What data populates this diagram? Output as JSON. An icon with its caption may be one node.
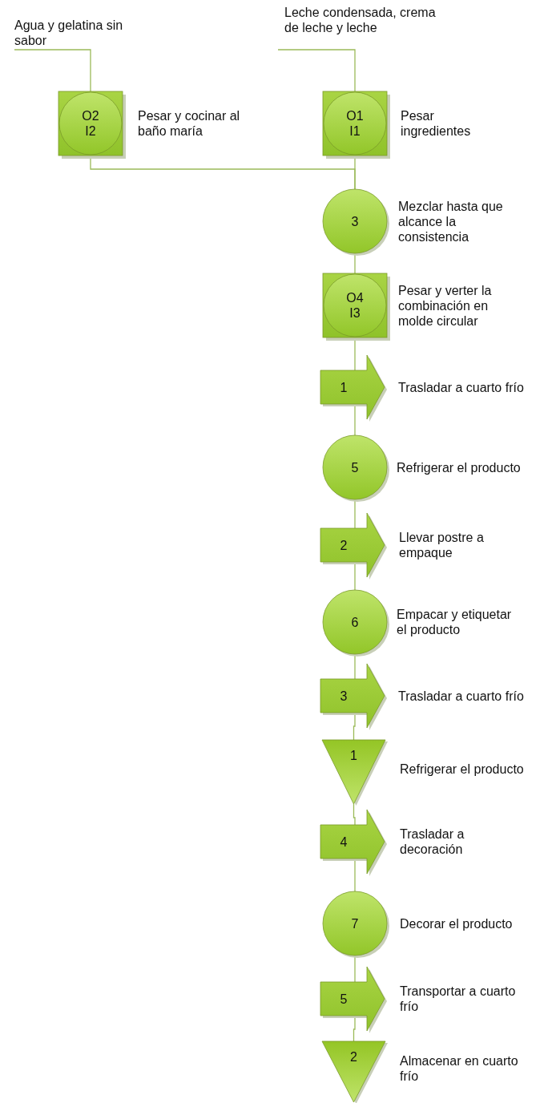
{
  "diagram": {
    "nodes": [
      {
        "text": [
          "Agua y gelatina sin sabor"
        ]
      },
      {
        "text": [
          "Leche condensada, crema de leche y leche"
        ]
      },
      {
        "text": [
          "O2",
          "I2"
        ],
        "beside": [
          "Pesar y cocinar al baño maría"
        ]
      },
      {
        "text": [
          "O1",
          "I1"
        ],
        "beside": [
          "Pesar ingredientes"
        ]
      },
      {
        "text": [
          "3"
        ],
        "beside": [
          "Mezclar hasta que alcance la consistencia"
        ]
      },
      {
        "text": [
          "O4",
          "I3"
        ],
        "beside": [
          "Pesar y verter la combinación en molde circular"
        ]
      },
      {
        "text": [
          "1"
        ],
        "beside": [
          "Trasladar a cuarto frío"
        ]
      },
      {
        "text": [
          "5"
        ],
        "beside": [
          "Refrigerar el producto"
        ]
      },
      {
        "text": [
          "2"
        ],
        "beside": [
          "Llevar postre a empaque"
        ]
      },
      {
        "text": [
          "6"
        ],
        "beside": [
          "Empacar y etiquetar el producto"
        ]
      },
      {
        "text": [
          "3"
        ],
        "beside": [
          "Trasladar a cuarto frío"
        ]
      },
      {
        "text": [
          "1"
        ],
        "beside": [
          "Refrigerar el producto"
        ]
      },
      {
        "text": [
          "4"
        ],
        "beside": [
          "Trasladar a decoración"
        ]
      },
      {
        "text": [
          "7"
        ],
        "beside": [
          "Decorar el producto"
        ]
      },
      {
        "text": [
          "5"
        ],
        "beside": [
          "Transportar a cuarto frío"
        ]
      },
      {
        "text": [
          "2"
        ],
        "beside": [
          "Almacenar en cuarto frío"
        ]
      }
    ],
    "edges": [
      {
        "from": 0,
        "to": 2,
        "arrow": "none"
      },
      {
        "from": 1,
        "to": 3,
        "arrow": "none"
      },
      {
        "from": 2,
        "to": 4,
        "arrow": "none"
      },
      {
        "from": 3,
        "to": 4,
        "arrow": "none"
      },
      {
        "from": 4,
        "to": 5,
        "arrow": "none"
      },
      {
        "from": 5,
        "to": 6,
        "arrow": "none"
      },
      {
        "from": 6,
        "to": 7,
        "arrow": "none"
      },
      {
        "from": 7,
        "to": 8,
        "arrow": "none"
      },
      {
        "from": 8,
        "to": 9,
        "arrow": "none"
      },
      {
        "from": 9,
        "to": 10,
        "arrow": "none"
      },
      {
        "from": 10,
        "to": 11,
        "arrow": "none"
      },
      {
        "from": 11,
        "to": 12,
        "arrow": "none"
      },
      {
        "from": 12,
        "to": 13,
        "arrow": "none"
      },
      {
        "from": 13,
        "to": 14,
        "arrow": "none"
      },
      {
        "from": 14,
        "to": 15,
        "arrow": "none"
      }
    ]
  }
}
